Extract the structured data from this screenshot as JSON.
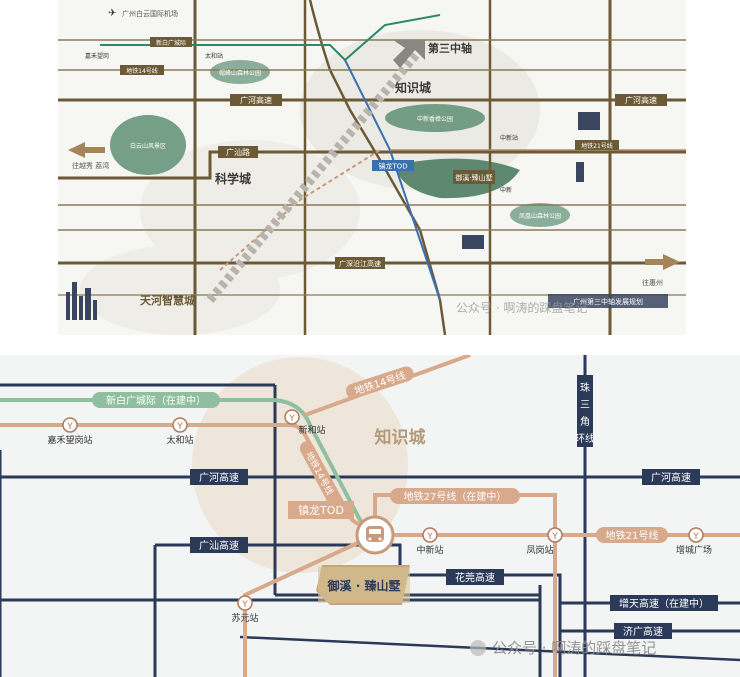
{
  "colors": {
    "navy": "#2b3a58",
    "gold": "#8a6d3b",
    "pink": "#d9a98c",
    "green": "#8fbf9f",
    "map_bg": "#f7f7f5",
    "park": "#5f8f74",
    "beige": "#e8dfd0"
  },
  "top_map": {
    "airport": "广州白云国际机场",
    "third_axis": "第三中轴",
    "zones": [
      "知识城",
      "科学城",
      "天河智慧城"
    ],
    "roads": {
      "guanghe": "广河高速",
      "guangshan": "广汕路",
      "guangshen": "广深沿江高速"
    },
    "directions": {
      "left": "往越秀 荔湾",
      "right": "往惠州"
    },
    "parks": [
      "帽峰山森林公园",
      "白云山风景区",
      "中新香樟公园",
      "凤凰山森林公园"
    ],
    "tod": "镇龙TOD",
    "project": "御溪·臻山墅",
    "bottom_label": "广州第三中轴发展规划",
    "watermark": "公众号 · 啊涛的踩盘笔记",
    "misc_labels": [
      "新白广城际",
      "地铁14号线",
      "地铁21号线",
      "嘉禾望岗",
      "太和站",
      "中新站",
      "中新"
    ]
  },
  "bottom_map": {
    "district": "知识城",
    "tod": "镇龙TOD",
    "project": "御溪 · 臻山墅",
    "lines": {
      "xinbai": "新白广城际（在建中）",
      "metro14_top": "地铁14号线",
      "metro14_diag": "地铁14号线",
      "metro27": "地铁27号线（在建中）",
      "metro21": "地铁21号线",
      "prd_ring": "珠三角环线"
    },
    "highways": {
      "guanghe_left": "广河高速",
      "guanghe_right": "广河高速",
      "guangshan": "广汕高速",
      "huaguan": "花莞高速",
      "zengtian": "增天高速（在建中）",
      "jiguang": "济广高速"
    },
    "stations": {
      "jiahe": "嘉禾望岗站",
      "taihe": "太和站",
      "xinhe": "新和站",
      "zhongxin": "中新站",
      "fenggang": "凤岗站",
      "zengcheng": "增城广场",
      "suyuan": "苏元站"
    },
    "watermark": "公众号 · 啊涛的踩盘笔记"
  }
}
